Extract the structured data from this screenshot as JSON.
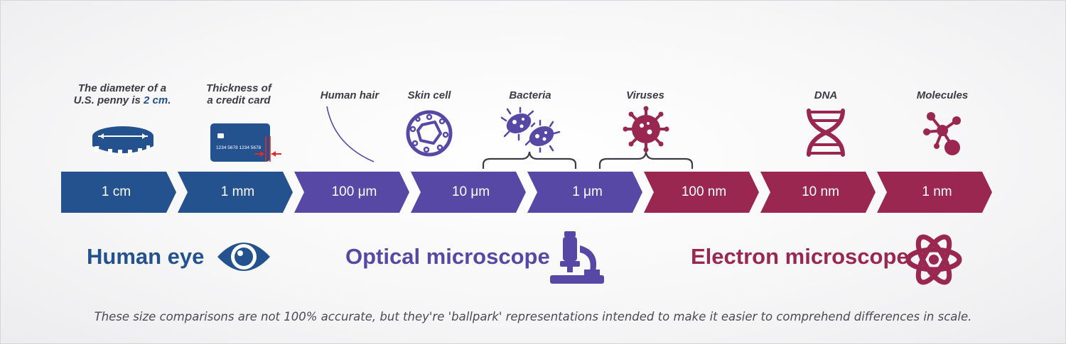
{
  "colors": {
    "human_eye": "#23528f",
    "optical": "#5848a6",
    "electron": "#99274f",
    "label_text": "#3c3c44",
    "icon_grey": "#2c2c34"
  },
  "items": {
    "penny": {
      "line1": "The diameter of a",
      "line2_prefix": "U.S. penny is ",
      "line2_value": "2 cm",
      "line2_suffix": ".",
      "icon": "coin-icon"
    },
    "credit_card": {
      "line1": "Thickness of",
      "line2": "a credit card",
      "card_number": "1234 5678 1234 5678",
      "icon": "credit-card-icon"
    },
    "hair": {
      "label": "Human hair",
      "icon": "hair-strand-icon"
    },
    "skin_cell": {
      "label": "Skin cell",
      "icon": "cell-icon"
    },
    "bacteria": {
      "label": "Bacteria",
      "icon": "bacteria-icon"
    },
    "viruses": {
      "label": "Viruses",
      "icon": "virus-icon"
    },
    "dna": {
      "label": "DNA",
      "icon": "dna-icon"
    },
    "molecules": {
      "label": "Molecules",
      "icon": "molecule-icon"
    }
  },
  "scale": [
    {
      "label": "1 cm",
      "group": "human_eye"
    },
    {
      "label": "1 mm",
      "group": "human_eye"
    },
    {
      "label": "100 μm",
      "group": "optical"
    },
    {
      "label": "10 μm",
      "group": "optical"
    },
    {
      "label": "1 μm",
      "group": "optical"
    },
    {
      "label": "100 nm",
      "group": "electron"
    },
    {
      "label": "10 nm",
      "group": "electron"
    },
    {
      "label": "1 nm",
      "group": "electron"
    }
  ],
  "tools": {
    "human_eye": {
      "label": "Human eye",
      "icon": "eye-icon"
    },
    "optical": {
      "label": "Optical microscope",
      "icon": "microscope-icon"
    },
    "electron": {
      "label": "Electron microscope",
      "icon": "atom-icon"
    }
  },
  "footnote": "These size comparisons are not 100% accurate, but they're 'ballpark' representations intended to make it easier to comprehend differences in scale."
}
